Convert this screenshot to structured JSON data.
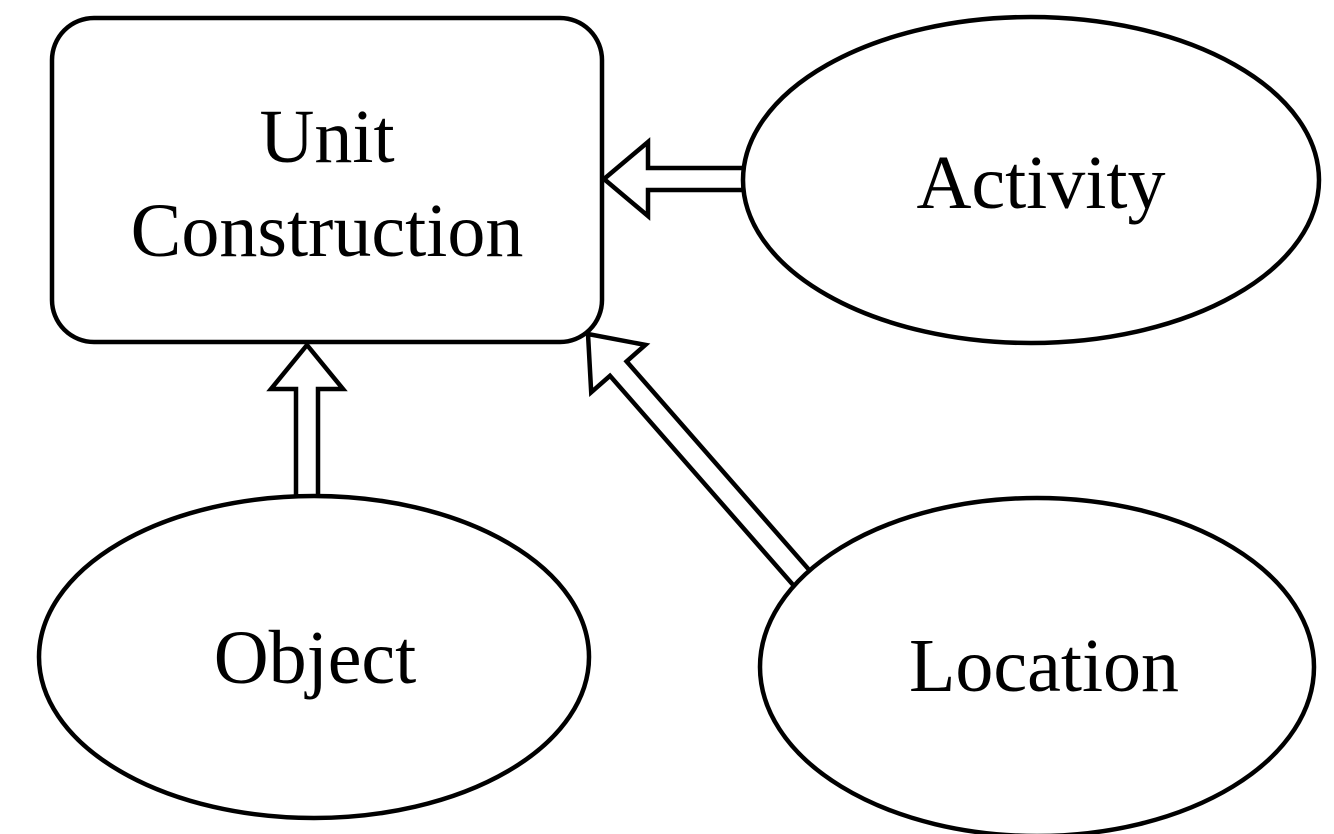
{
  "figure": {
    "background_color": "#ffffff",
    "stroke_color": "#000000",
    "fill_color": "#ffffff",
    "nodes": [
      {
        "id": "unit-construction",
        "shape": "rounded-rectangle",
        "label": "Unit Construction",
        "line1": "Unit",
        "line2": "Construction"
      },
      {
        "id": "activity",
        "shape": "ellipse",
        "label": "Activity"
      },
      {
        "id": "object",
        "shape": "ellipse",
        "label": "Object"
      },
      {
        "id": "location",
        "shape": "ellipse",
        "label": "Location"
      }
    ],
    "edges": [
      {
        "from": "Activity",
        "to": "Unit Construction",
        "type": "hollow-arrow",
        "direction": "left"
      },
      {
        "from": "Object",
        "to": "Unit Construction",
        "type": "hollow-arrow",
        "direction": "up"
      },
      {
        "from": "Location",
        "to": "Unit Construction",
        "type": "hollow-arrow",
        "direction": "up-left"
      }
    ]
  }
}
